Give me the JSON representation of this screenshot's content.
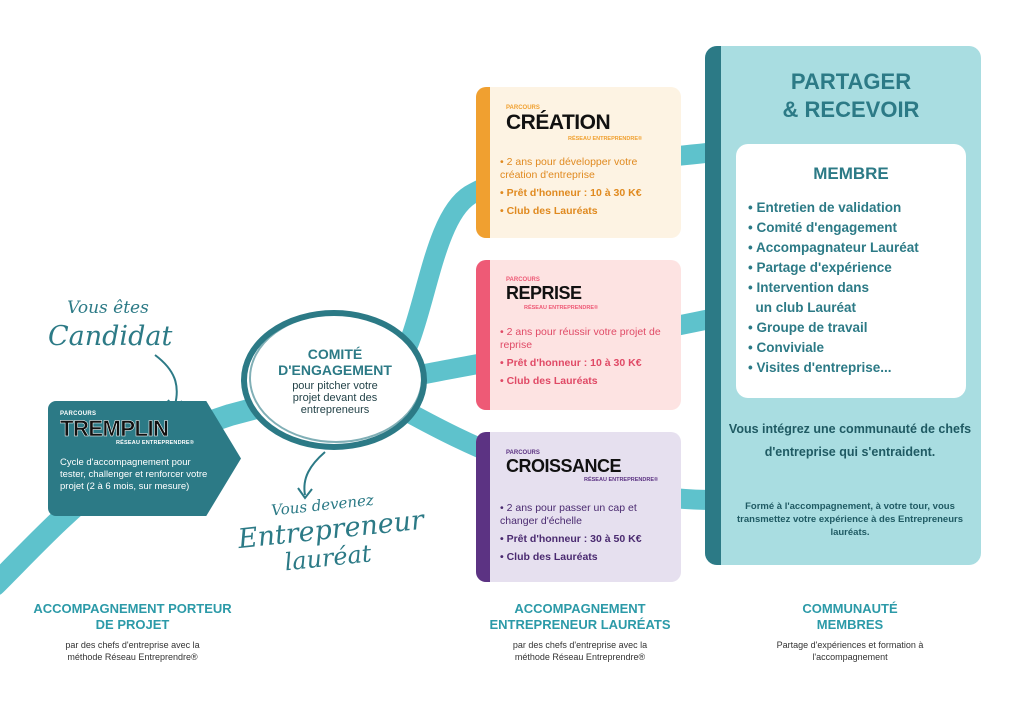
{
  "colors": {
    "teal_dark": "#2c7a86",
    "teal_path": "#5ec2cc",
    "creation_accent": "#f0a030",
    "reprise_accent": "#ee5a76",
    "croissance_accent": "#5c3383"
  },
  "tremplin": {
    "parcours": "PARCOURS",
    "name": "TREMPLIN",
    "network": "RÉSEAU ENTREPRENDRE®",
    "description": "Cycle d'accompagnement pour tester, challenger et renforcer votre projet (2 à 6 mois, sur mesure)"
  },
  "candidat": {
    "line1": "Vous êtes",
    "line2": "Candidat"
  },
  "comite": {
    "title_line1": "COMITÉ",
    "title_line2": "D'ENGAGEMENT",
    "desc": "pour pitcher votre projet devant des entrepreneurs"
  },
  "laureat": {
    "line1": "Vous devenez",
    "line2": "Entrepreneur",
    "line3": "lauréat"
  },
  "creation": {
    "parcours": "PARCOURS",
    "name": "CRÉATION",
    "network": "RÉSEAU ENTREPRENDRE®",
    "item1": "2 ans pour développer votre création d'entreprise",
    "item2": "Prêt d'honneur : 10 à 30 K€",
    "item3": "Club des Lauréats"
  },
  "reprise": {
    "parcours": "PARCOURS",
    "name": "REPRISE",
    "network": "RÉSEAU ENTREPRENDRE®",
    "item1": "2 ans pour réussir votre projet de reprise",
    "item2": "Prêt d'honneur : 10 à 30 K€",
    "item3": "Club des Lauréats"
  },
  "croissance": {
    "parcours": "PARCOURS",
    "name": "CROISSANCE",
    "network": "RÉSEAU ENTREPRENDRE®",
    "item1": "2 ans pour passer un cap et changer d'échelle",
    "item2": "Prêt d'honneur : 30 à 50 K€",
    "item3": "Club des Lauréats"
  },
  "partager": {
    "title_line1": "PARTAGER",
    "title_line2": "& RECEVOIR",
    "membre_title": "MEMBRE",
    "membre_items": [
      "• Entretien de validation",
      "• Comité d'engagement",
      "• Accompagnateur Lauréat",
      "• Partage d'expérience",
      "• Intervention dans",
      "  un club Lauréat",
      "• Groupe de travail",
      "• Conviviale",
      "• Visites d'entreprise..."
    ],
    "communaute_text": "Vous intégrez une communauté de chefs d'entreprise qui s'entraident.",
    "transmission_text": "Formé à l'accompagnement, à votre tour, vous transmettez votre expérience à des Entrepreneurs lauréats."
  },
  "footer": {
    "col1_title": "ACCOMPAGNEMENT PORTEUR DE PROJET",
    "col1_desc": "par des chefs d'entreprise avec la méthode Réseau Entreprendre®",
    "col2_title": "ACCOMPAGNEMENT ENTREPRENEUR LAURÉATS",
    "col2_desc": "par des chefs d'entreprise avec la méthode Réseau Entreprendre®",
    "col3_title": "COMMUNAUTÉ MEMBRES",
    "col3_desc": "Partage d'expériences et formation à l'accompagnement"
  }
}
